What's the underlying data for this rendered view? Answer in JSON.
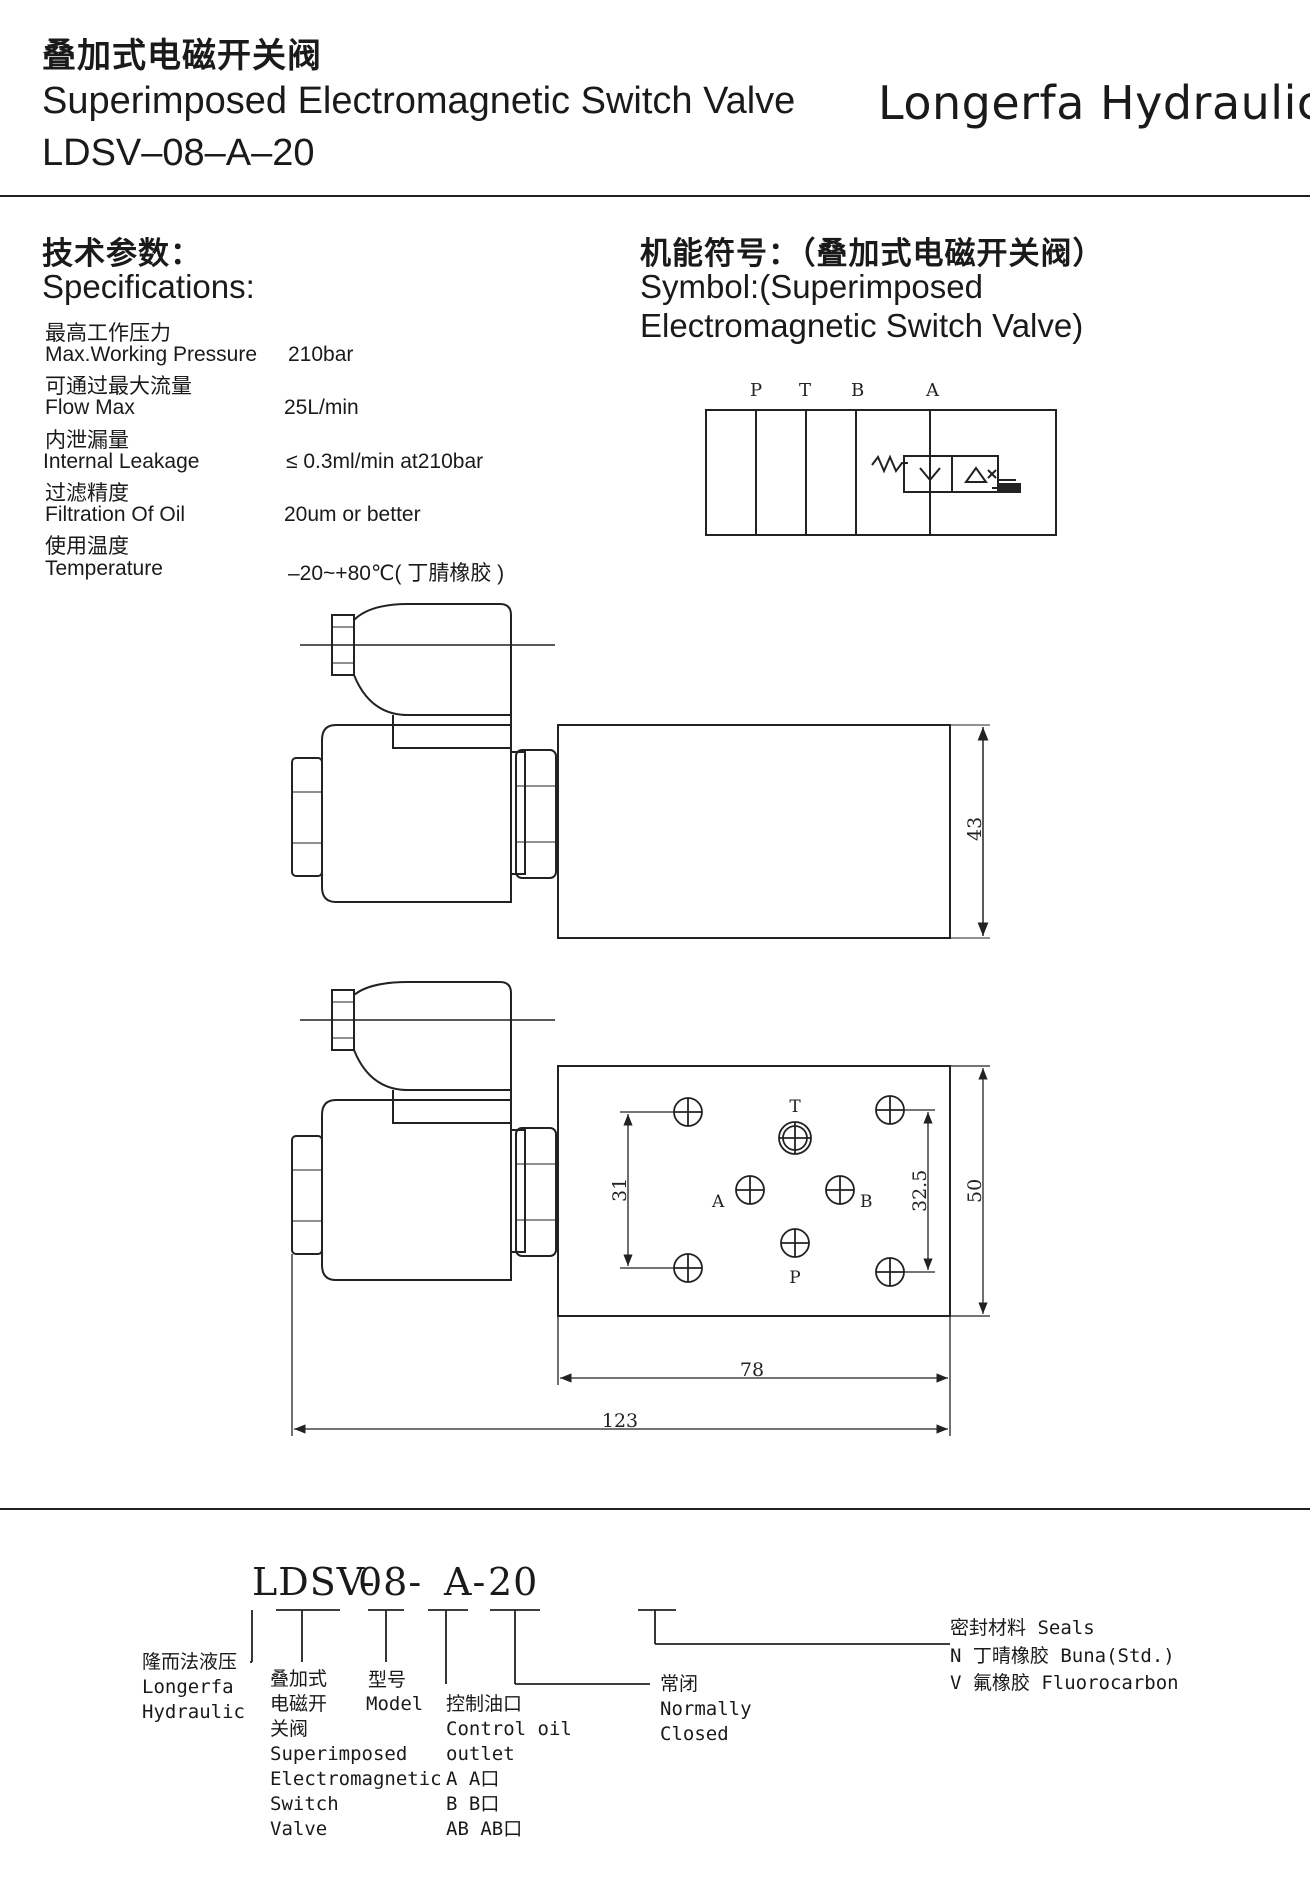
{
  "header": {
    "title_cn": "叠加式电磁开关阀",
    "title_en": "Superimposed Electromagnetic Switch Valve",
    "model": "LDSV–08–A–20",
    "brand": "Longerfa Hydraulics"
  },
  "specs": {
    "heading_cn": "技术参数：",
    "heading_en": "Specifications:",
    "items": [
      {
        "label_cn": "最高工作压力",
        "label_en": "Max.Working Pressure",
        "value": "210bar"
      },
      {
        "label_cn": "可通过最大流量",
        "label_en": "Flow Max",
        "value": "25L/min"
      },
      {
        "label_cn": "内泄漏量",
        "label_en": "Internal Leakage",
        "value": "≤ 0.3ml/min at210bar"
      },
      {
        "label_cn": "过滤精度",
        "label_en": "Filtration Of Oil",
        "value": "20um or better"
      },
      {
        "label_cn": "使用温度",
        "label_en": "Temperature",
        "value": "–20~+80℃( 丁腈橡胶 )"
      }
    ]
  },
  "symbol": {
    "heading_cn": "机能符号：（叠加式电磁开关阀）",
    "heading_en_1": "Symbol:(Superimposed",
    "heading_en_2": "Electromagnetic Switch Valve)",
    "ports": [
      "P",
      "T",
      "B",
      "A"
    ]
  },
  "drawing": {
    "dim_height_top": "43",
    "dim_height_body": "50",
    "dim_hole_spacing": "31",
    "dim_hole_spacing_2": "32.5",
    "dim_body_length": "78",
    "dim_total_length": "123",
    "port_labels": {
      "t": "T",
      "a": "A",
      "b": "B",
      "p": "P"
    }
  },
  "ordering": {
    "code": [
      "LDSV-",
      "08-",
      "A-",
      "20"
    ],
    "brand": {
      "cn": "隆而法液压",
      "en_1": "Longerfa",
      "en_2": "Hydraulic"
    },
    "type": {
      "cn_1": "叠加式",
      "cn_2": "电磁开",
      "cn_3": "关阀",
      "en_1": "Superimposed",
      "en_2": "Electromagnetic",
      "en_3": "Switch",
      "en_4": "Valve"
    },
    "model": {
      "cn": "型号",
      "en": "Model"
    },
    "port": {
      "cn": "控制油口",
      "en_1": "Control oil",
      "en_2": "outlet",
      "opt_1": "A  A口",
      "opt_2": "B  B口",
      "opt_3": "AB AB口"
    },
    "normal": {
      "cn": "常闭",
      "en_1": "Normally",
      "en_2": "Closed"
    },
    "seals": {
      "title": "密封材料 Seals",
      "opt_1": "N  丁晴橡胶 Buna(Std.)",
      "opt_2": "V  氟橡胶 Fluorocarbon"
    }
  }
}
